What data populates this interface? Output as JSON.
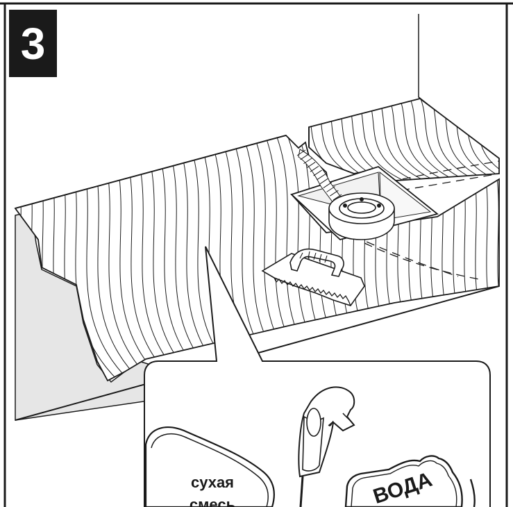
{
  "step": {
    "number": "3"
  },
  "callout": {
    "dry_mix_label_line1": "сухая",
    "dry_mix_label_line2": "смесь",
    "water_label": "ВОДА"
  },
  "colors": {
    "line": "#1a1a1a",
    "badge_bg": "#1a1a1a",
    "wall_shade": "#e6e6e6",
    "background": "#ffffff"
  },
  "icons": [
    "trowel-icon",
    "drain-icon",
    "drill-mixer-icon",
    "dry-mix-bag-icon",
    "water-bucket-icon"
  ]
}
